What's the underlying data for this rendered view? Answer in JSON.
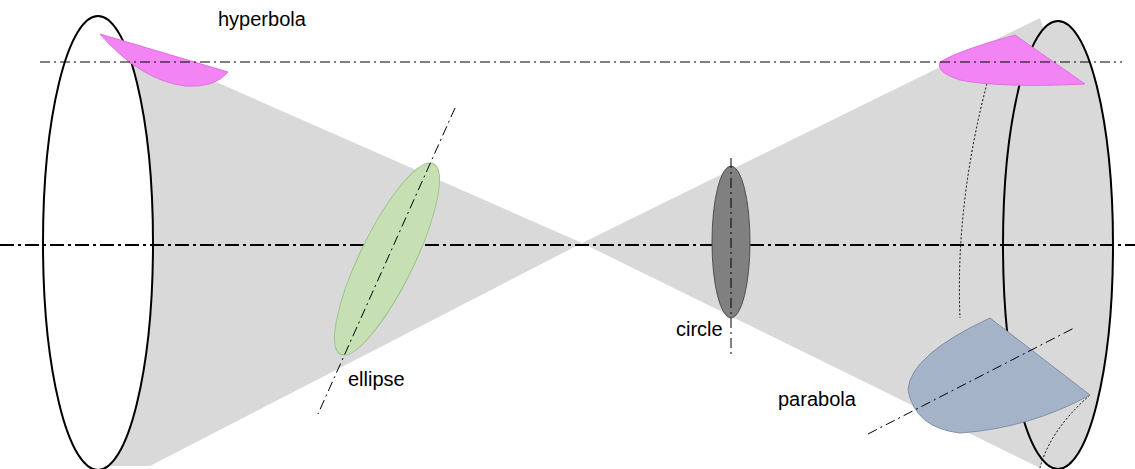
{
  "diagram": {
    "labels": [
      "hyperbola",
      "ellipse",
      "circle",
      "parabola"
    ]
  }
}
